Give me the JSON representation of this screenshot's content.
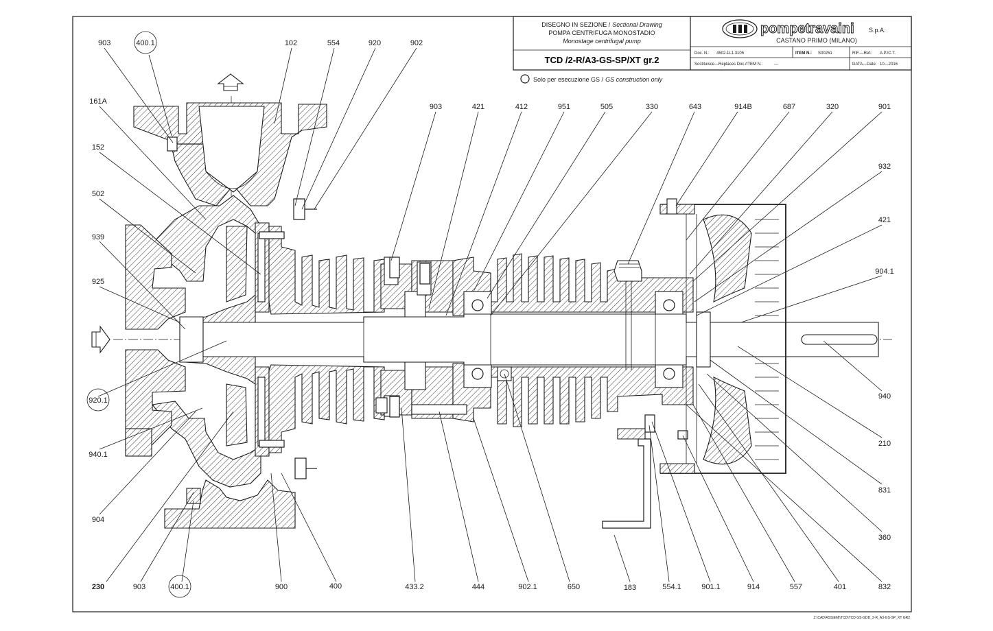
{
  "title_block": {
    "heading_it": "DISEGNO IN SEZIONE /",
    "heading_en": "Sectional Drawing",
    "subtitle_it": "POMPA CENTRIFUGA MONOSTADIO",
    "subtitle_en": "Monostage centrifugal pump",
    "model": "TCD /2-R/A3-GS-SP/XT gr.2",
    "company": "pompetravaini",
    "company_suffix": "S.p.A.",
    "location": "CASTANO PRIMO (MILANO)",
    "doc_label": "Doc. N.:",
    "doc_value": "4502.1L1.3105",
    "item_label": "ITEM N.:",
    "item_value": "S00251",
    "rif_label": "RIF.—Ref.:",
    "rif_value": "A.P./C.T.",
    "replaces_label": "Sostituisce—Replaces Doc./ITEM N.:",
    "replaces_value": "—",
    "date_label": "DATA—Date:",
    "date_value": "10—2016"
  },
  "note": {
    "text_it": "Solo per esecuzione GS /",
    "text_en": "GS construction only"
  },
  "footer_path": "Z:\\CAD\\ASSIEMI\\TCD\\TCD GS-GDD_2-R_A3-GS-SP_XT GR2",
  "part_labels": {
    "top_903": "903",
    "top_400_1": "400.1",
    "top_102": "102",
    "top_554": "554",
    "top_920": "920",
    "top_902": "902",
    "l_161A": "161A",
    "l_152": "152",
    "l_502": "502",
    "l_939": "939",
    "l_925": "925",
    "l_920_1": "920.1",
    "l_940_1": "940.1",
    "l_904": "904",
    "l_230": "230",
    "m_903": "903",
    "m_421": "421",
    "m_412": "412",
    "m_951": "951",
    "m_505": "505",
    "m_330": "330",
    "m_643": "643",
    "m_914B": "914B",
    "m_687": "687",
    "m_320": "320",
    "m_901": "901",
    "r_932": "932",
    "r_421": "421",
    "r_904_1": "904.1",
    "r_940": "940",
    "r_210": "210",
    "r_831": "831",
    "r_360": "360",
    "b_903": "903",
    "b_400_1": "400.1",
    "b_900": "900",
    "b_400": "400",
    "b_433_2": "433.2",
    "b_444": "444",
    "b_902_1": "902.1",
    "b_650": "650",
    "b_183": "183",
    "b_554_1": "554.1",
    "b_901_1": "901.1",
    "b_914": "914",
    "b_557": "557",
    "b_401": "401",
    "b_832": "832"
  }
}
